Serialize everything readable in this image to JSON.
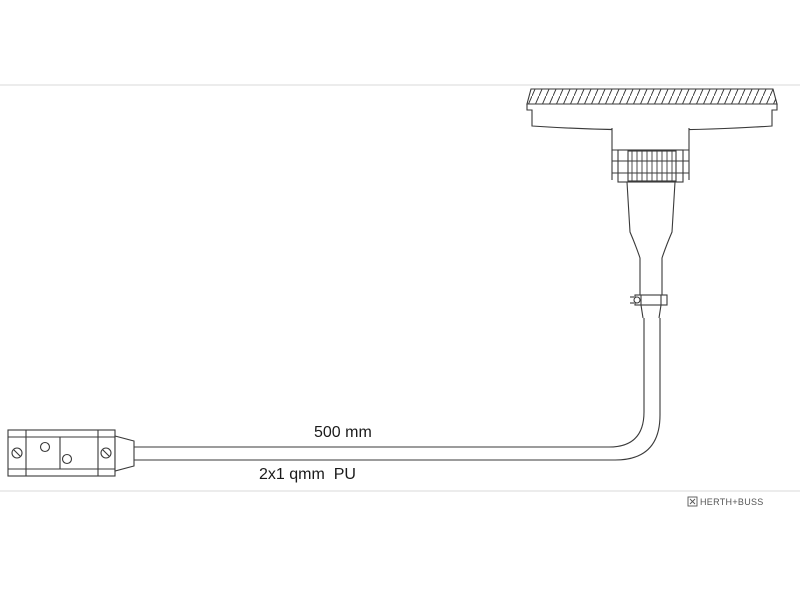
{
  "diagram": {
    "length_label": "500 mm",
    "cable_spec_label": "2x1 qmm  PU"
  },
  "brand": {
    "logo_text": "HERTH+BUSS"
  },
  "colors": {
    "line": "#3a3a3a",
    "frame_line": "#d8d8d8",
    "background": "#ffffff"
  }
}
